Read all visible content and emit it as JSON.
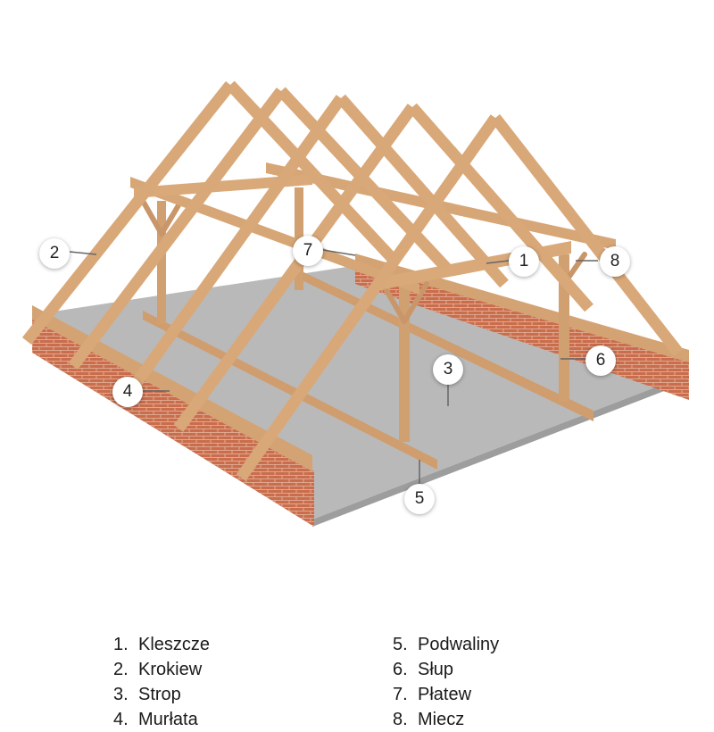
{
  "callouts": [
    "2",
    "7",
    "1",
    "8",
    "6",
    "3",
    "4",
    "5"
  ],
  "legend": {
    "left": [
      {
        "num": "1.",
        "label": "Kleszcze"
      },
      {
        "num": "2.",
        "label": "Krokiew"
      },
      {
        "num": "3.",
        "label": "Strop"
      },
      {
        "num": "4.",
        "label": "Murłata"
      }
    ],
    "right": [
      {
        "num": "5.",
        "label": "Podwaliny"
      },
      {
        "num": "6.",
        "label": "Słup"
      },
      {
        "num": "7.",
        "label": "Płatew"
      },
      {
        "num": "8.",
        "label": "Miecz"
      }
    ]
  },
  "colors": {
    "wood": "#d9a879",
    "wood_dark": "#b98656",
    "brick": "#c76a4a",
    "floor": "#b8b8b8"
  }
}
